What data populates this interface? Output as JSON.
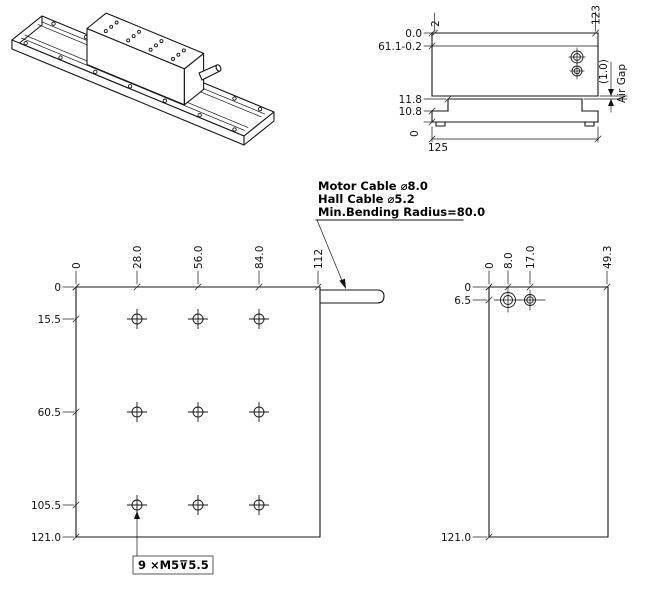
{
  "drawing": {
    "cable_note": {
      "line1": "Motor Cable ⌀8.0",
      "line2": "Hall Cable ⌀5.2",
      "line3": "Min.Bending Radius=80.0"
    },
    "thread_callout": "9 ×M5⊽5.5",
    "side_view": {
      "d_top": "0.0",
      "d_height": "61.1-0.2",
      "d_track_center": "11.8",
      "d_track_base": "10.8",
      "d_zero": "0",
      "p2": "2",
      "p123": "123",
      "width": "125",
      "gap_value": "(1.0)",
      "gap_label": "Air Gap"
    },
    "plan_view": {
      "top": [
        "0",
        "28.0",
        "56.0",
        "84.0",
        "112"
      ],
      "left": [
        "0",
        "15.5",
        "60.5",
        "105.5",
        "121.0"
      ]
    },
    "end_view": {
      "top": [
        "0",
        "8.0",
        "17.0",
        "49.3"
      ],
      "left": [
        "0",
        "6.5",
        "121.0"
      ]
    },
    "colors": {
      "line": "#151515",
      "bg": "#ffffff"
    }
  }
}
